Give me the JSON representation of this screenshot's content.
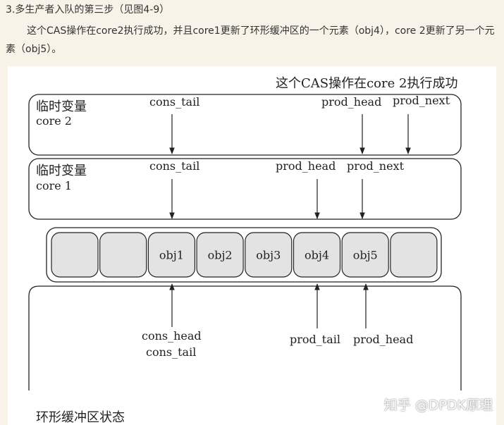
{
  "heading": "3.多生产者入队的第三步（见图4-9）",
  "paragraph": "这个CAS操作在core2执行成功，并且core1更新了环形缓冲区的一个元素（obj4），core 2更新了另一个元素（obj5）。",
  "diagram": {
    "title": "这个CAS操作在core 2执行成功",
    "core2_box": {
      "label_line1": "临时变量",
      "label_line2": "core 2",
      "pointers": [
        "cons_tail",
        "prod_head",
        "prod_next"
      ]
    },
    "core1_box": {
      "label_line1": "临时变量",
      "label_line2": "core 1",
      "pointers": [
        "cons_tail",
        "prod_head",
        "prod_next"
      ]
    },
    "ring_slots": [
      "",
      "",
      "obj1",
      "obj2",
      "obj3",
      "obj4",
      "obj5",
      ""
    ],
    "ring_state_box": {
      "label": "环形缓冲区状态",
      "pointer_cons_line1": "cons_head",
      "pointer_cons_line2": "cons_tail",
      "pointer_prod_tail": "prod_tail",
      "pointer_prod_head": "prod_head"
    },
    "colors": {
      "slot_fill": "#e3e3e3",
      "stroke": "#222222"
    }
  },
  "watermark": "知乎 @DPDK原理"
}
